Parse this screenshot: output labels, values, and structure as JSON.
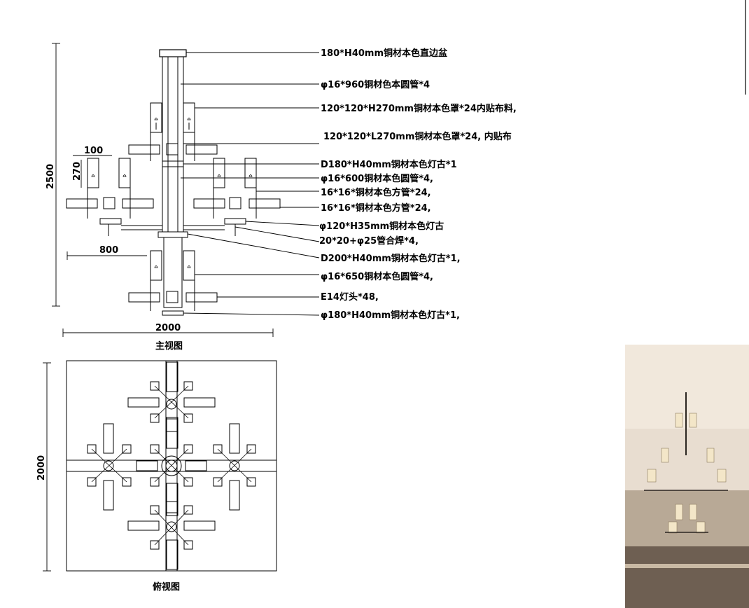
{
  "front_view": {
    "caption": "主视图",
    "dims": {
      "height": "2500",
      "width": "2000",
      "arm_span": "800",
      "shade_width": "100",
      "shade_height": "270"
    }
  },
  "top_view": {
    "caption": "俯视图",
    "dims": {
      "height": "2000"
    }
  },
  "annotations": [
    "180*H40mm铜材本色直边盆",
    "φ16*960铜材色本圆管*4",
    "120*120*H270mm铜材本色罩*24内贴布料,",
    "120*120*L270mm铜材本色罩*24, 内贴布",
    "D180*H40mm铜材本色灯古*1",
    "φ16*600铜材本色圆管*4,",
    "16*16*铜材本色方管*24,",
    "16*16*铜材本色方管*24,",
    "φ120*H35mm铜材本色灯古",
    "20*20+φ25管合焊*4,",
    "D200*H40mm铜材本色灯古*1,",
    "φ16*650铜材本色圆管*4,",
    "E14灯头*48,",
    "φ180*H40mm铜材本色灯古*1,"
  ],
  "photo": {
    "description_icon": "chandelier-photo"
  },
  "colors": {
    "line": "#000000",
    "photo_ceiling": "#e8ddd0",
    "photo_shade": "#f3e6c8",
    "photo_frame": "#2a2520"
  }
}
